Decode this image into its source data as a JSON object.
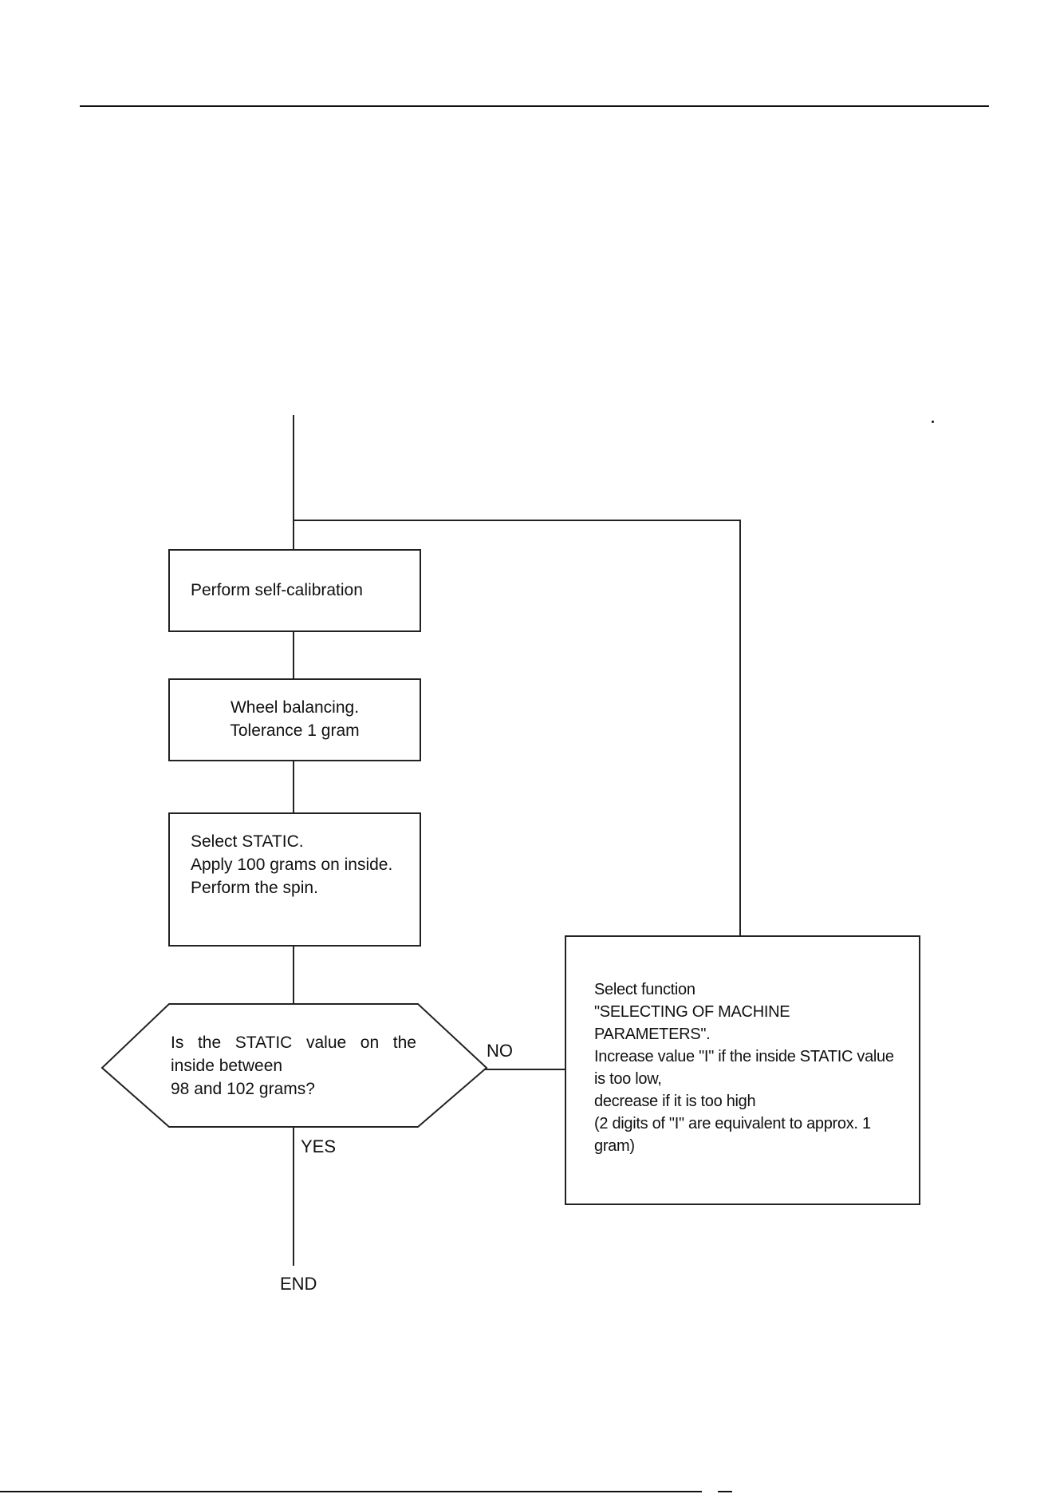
{
  "flowchart": {
    "nodes": {
      "calibration": {
        "text": "Perform self-calibration"
      },
      "balancing": {
        "text": "Wheel balancing.\nTolerance 1 gram"
      },
      "static_test": {
        "text": "Select STATIC.\nApply 100 grams on inside.\nPerform the spin."
      },
      "decision": {
        "text": "Is the STATIC value on the inside between\n98 and 102 grams?"
      },
      "adjust": {
        "text": "Select function\n\"SELECTING OF MACHINE PARAMETERS\".\nIncrease value \"I\" if the inside STATIC value is too low,\ndecrease if it is too high\n(2 digits of \"I\" are equivalent to approx. 1 gram)"
      },
      "end": {
        "text": "END"
      }
    },
    "edge_labels": {
      "no": "NO",
      "yes": "YES"
    }
  }
}
